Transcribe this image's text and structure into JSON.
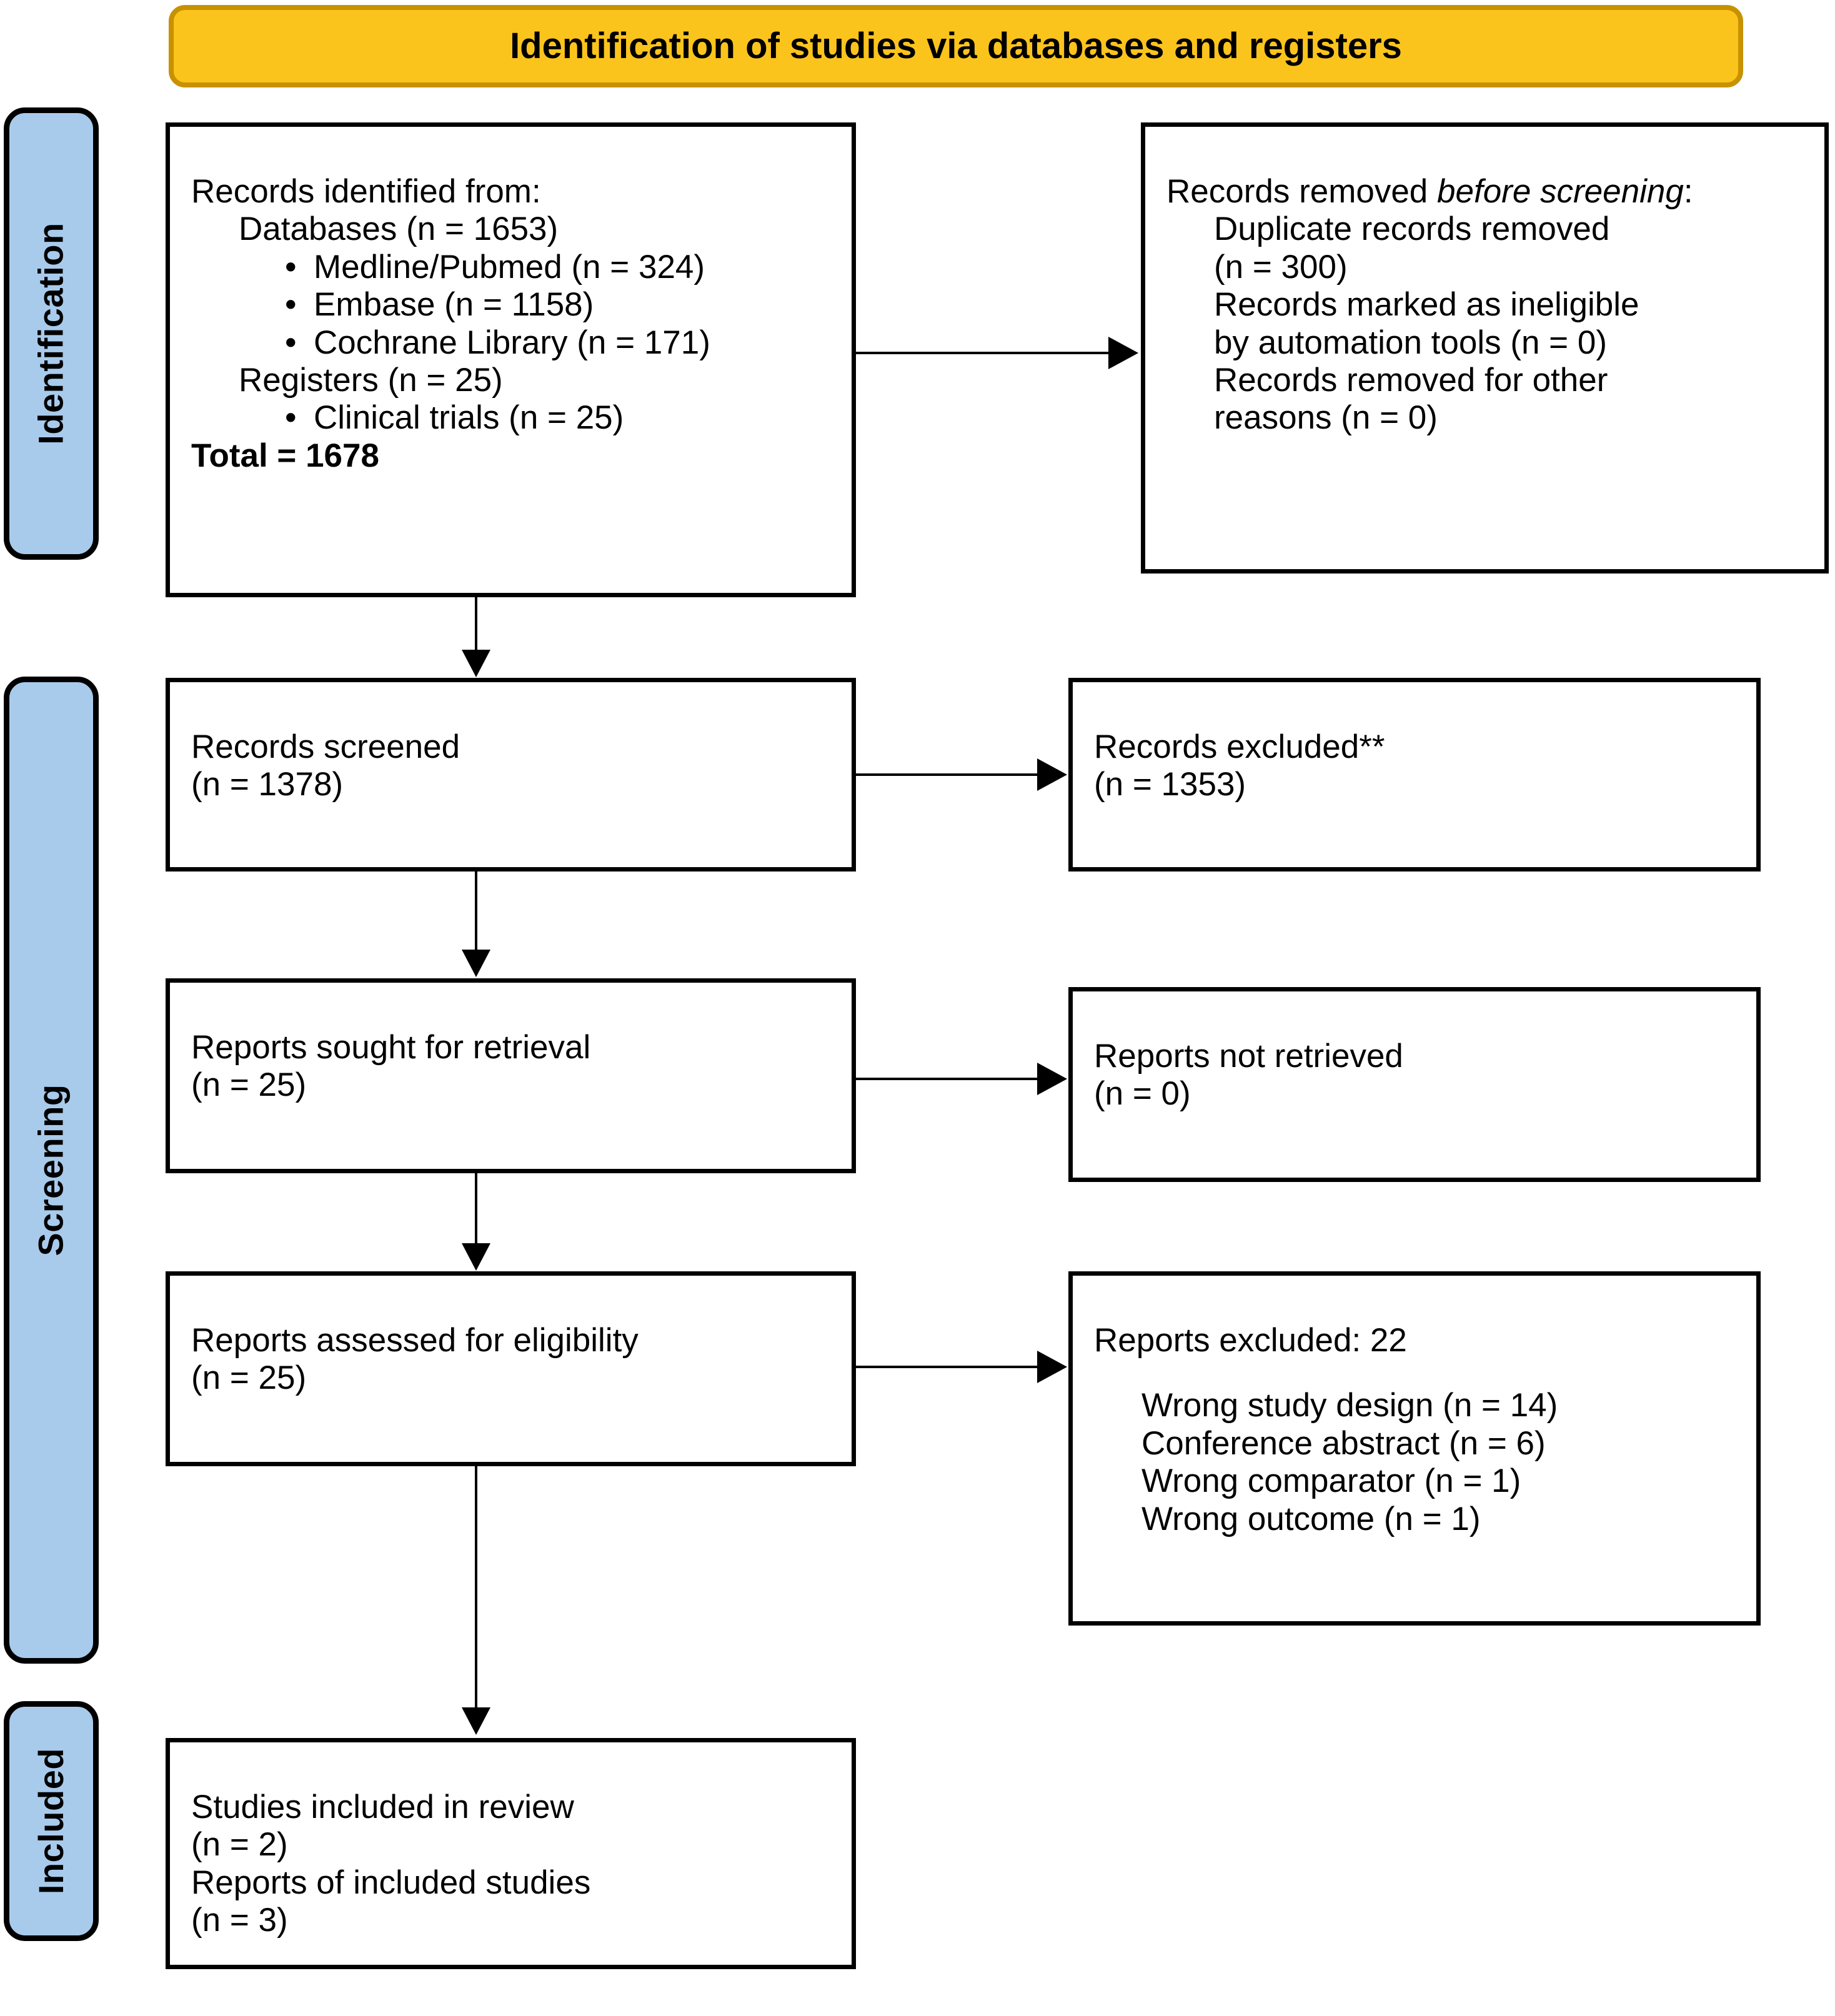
{
  "diagram": {
    "title": "Identification of studies via databases and registers",
    "type": "PRISMA 2020 flow diagram"
  },
  "phases": [
    {
      "id": "identification",
      "label": "Identification"
    },
    {
      "id": "screening",
      "label": "Screening"
    },
    {
      "id": "included",
      "label": "Included"
    }
  ],
  "boxes": {
    "records_identified": {
      "heading": "Records identified from:",
      "databases_line": "Databases (n = 1653)",
      "databases_items": [
        "Medline/Pubmed (n = 324)",
        "Embase (n = 1158)",
        "Cochrane Library (n = 171)"
      ],
      "registers_line": "Registers (n = 25)",
      "registers_items": [
        "Clinical trials (n = 25)"
      ],
      "total": "Total = 1678",
      "bullet_glyph": "•"
    },
    "records_removed": {
      "heading_part1": "Records removed ",
      "heading_italic": "before screening",
      "heading_part2": ":",
      "items": [
        "Duplicate records removed",
        "(n = 300)",
        "Records marked as ineligible",
        "by automation tools (n = 0)",
        "Records removed for other",
        "reasons (n = 0)"
      ]
    },
    "records_screened": {
      "label": "Records screened",
      "count": "(n = 1378)"
    },
    "records_excluded": {
      "label": "Records excluded**",
      "count": "(n = 1353)"
    },
    "reports_sought": {
      "label": "Reports sought for retrieval",
      "count": "(n = 25)"
    },
    "reports_not_retrieved": {
      "label": "Reports not retrieved",
      "count": "(n = 0)"
    },
    "reports_assessed": {
      "label": "Reports assessed for eligibility",
      "count": "(n = 25)"
    },
    "reports_excluded": {
      "heading": "Reports excluded: 22",
      "reasons": [
        "Wrong study design (n = 14)",
        "Conference abstract (n = 6)",
        "Wrong comparator (n = 1)",
        "Wrong outcome (n = 1)"
      ]
    },
    "studies_included": {
      "label_studies": "Studies included in review",
      "count_studies": "(n = 2)",
      "label_reports": "Reports of included studies",
      "count_reports": "(n = 3)"
    }
  },
  "colors": {
    "banner_fill": "#FBC41C",
    "banner_border": "#C79100",
    "phase_fill": "#A8CBEC",
    "box_border": "#000000",
    "box_fill": "#FFFFFF",
    "text": "#000000"
  }
}
